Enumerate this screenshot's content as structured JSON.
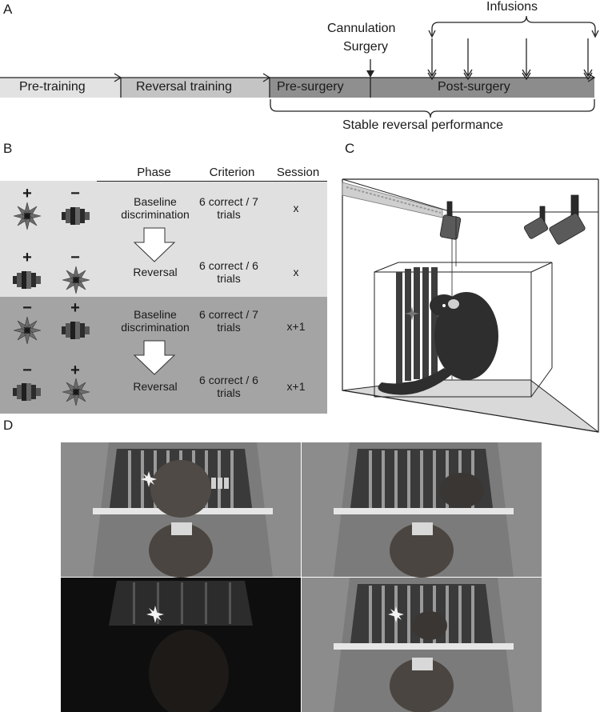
{
  "panels": {
    "a": "A",
    "b": "B",
    "c": "C",
    "d": "D"
  },
  "timeline": {
    "stages": [
      "Pre-training",
      "Reversal training",
      "Pre-surgery",
      "Post-surgery"
    ],
    "infusions_label": "Infusions",
    "surgery_label_line1": "Cannulation",
    "surgery_label_line2": "Surgery",
    "stable_label": "Stable reversal performance"
  },
  "table": {
    "headers": {
      "phase": "Phase",
      "criterion": "Criterion",
      "session": "Session"
    },
    "rows": [
      {
        "left_sign": "+",
        "right_sign": "−",
        "left_stim": "star",
        "right_stim": "bars",
        "phase": "Baseline discrimination",
        "criterion": "6 correct / 7 trials",
        "session": "x"
      },
      {
        "left_sign": "+",
        "right_sign": "−",
        "left_stim": "bars",
        "right_stim": "star",
        "phase": "Reversal",
        "criterion": "6 correct / 6 trials",
        "session": "x"
      },
      {
        "left_sign": "−",
        "right_sign": "+",
        "left_stim": "star",
        "right_stim": "bars",
        "phase": "Baseline discrimination",
        "criterion": "6 correct / 7 trials",
        "session": "x+1"
      },
      {
        "left_sign": "−",
        "right_sign": "+",
        "left_stim": "bars",
        "right_stim": "star",
        "phase": "Reversal",
        "criterion": "6 correct / 6 trials",
        "session": "x+1"
      }
    ]
  },
  "photos": [
    "photo-top-left",
    "photo-top-right",
    "photo-bottom-left",
    "photo-bottom-right"
  ]
}
